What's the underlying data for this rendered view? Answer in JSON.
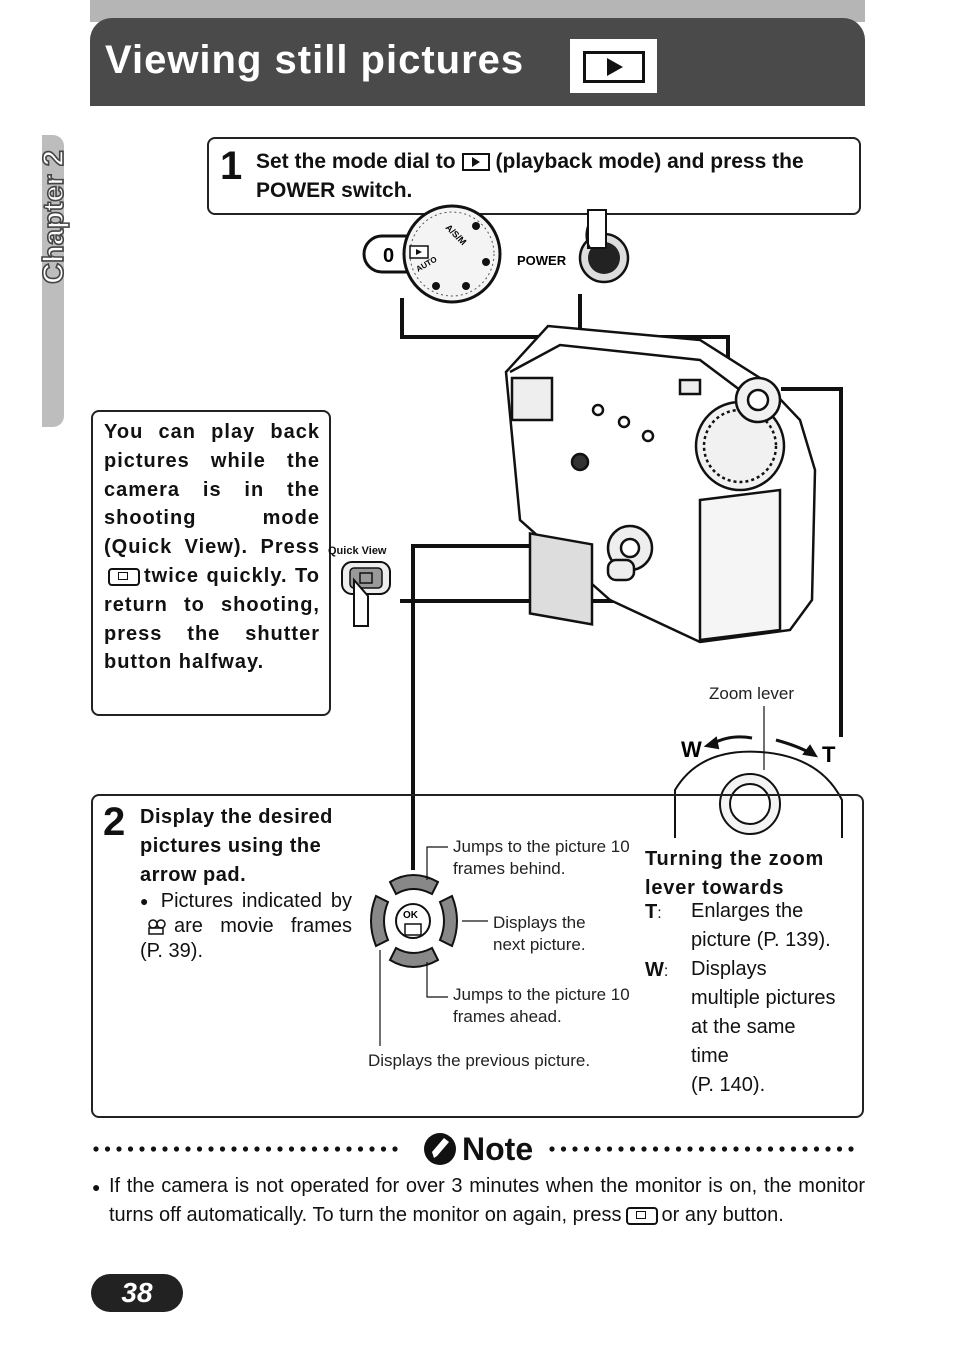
{
  "header": {
    "title": "Viewing still pictures",
    "title_icon": "playback-icon"
  },
  "chapter_tab": {
    "label": "Chapter 2"
  },
  "step1": {
    "number": "1",
    "text_before_icon": "Set the mode dial to",
    "text_after_icon": "(playback mode) and press the POWER switch.",
    "power_label": "POWER"
  },
  "quick_view": {
    "text_part1": "You can play back pictures while the camera is in the shooting mode (Quick View).",
    "text_press": "Press",
    "text_part2": "twice quickly. To return to shooting, press the shutter button halfway.",
    "caption": "Quick View"
  },
  "step2": {
    "number": "2",
    "text": "Display the desired pictures using the arrow pad.",
    "bullet_before_icon": "Pictures indicated by",
    "bullet_after_icon": "are movie frames (P. 39).",
    "arrow_labels": {
      "up": "Jumps to the picture 10 frames behind.",
      "right": "Displays the next picture.",
      "down": "Jumps to the picture 10 frames ahead.",
      "left": "Displays the previous picture."
    },
    "ok_label": "OK"
  },
  "zoom": {
    "lever_label": "Zoom lever",
    "w_letter": "W",
    "t_letter": "T",
    "title": "Turning the zoom lever towards",
    "t_key": "T",
    "t_desc": "Enlarges the picture (P. 139).",
    "w_key": "W",
    "w_desc_lines": [
      "Displays",
      "multiple pictures",
      "at the same",
      "time",
      "(P. 140)."
    ]
  },
  "note": {
    "label": "Note",
    "bullet": "●",
    "text_before_icon": "If the camera is not operated for over 3 minutes when the monitor is on, the monitor turns off automatically. To turn the monitor on again, press",
    "text_after_icon": "or any button."
  },
  "page": {
    "number": "38"
  }
}
